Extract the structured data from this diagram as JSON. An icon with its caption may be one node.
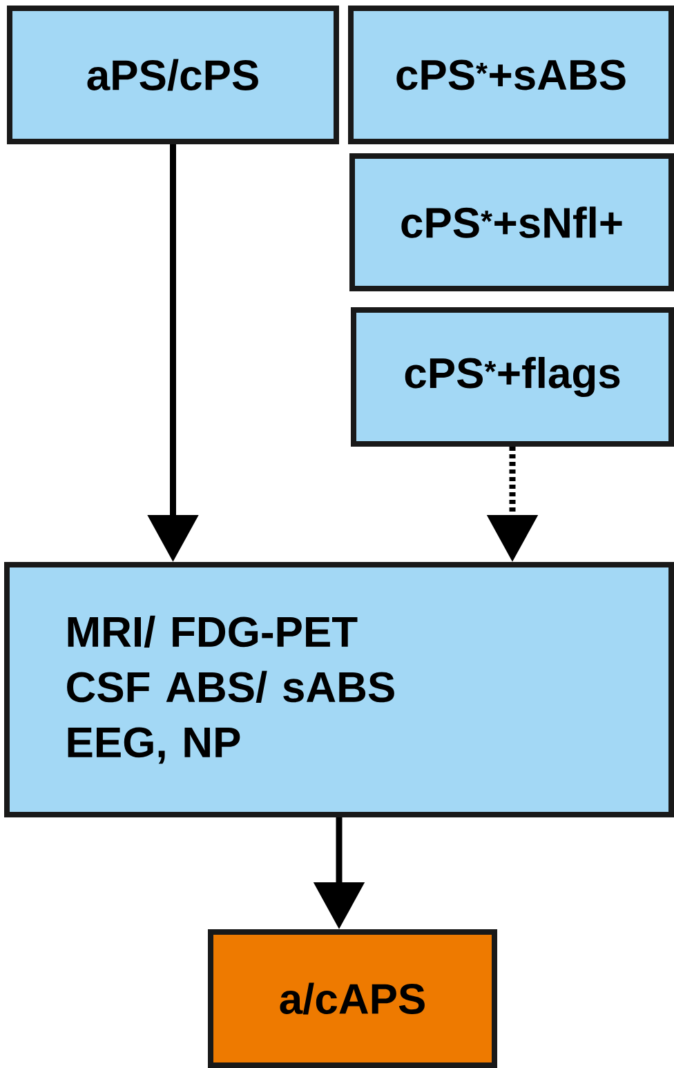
{
  "diagram": {
    "nodes": [
      {
        "text": [
          "aPS/cPS"
        ]
      },
      {
        "text": [
          "cPS$^{*}$+sABS"
        ]
      },
      {
        "text": [
          "cPS$^{*}$+sNfl+"
        ]
      },
      {
        "text": [
          "cPS$^{*}$+flags"
        ]
      },
      {
        "text": [
          "MRI/ FDG-PET",
          "CSF ABS/ sABS",
          "EEG, NP"
        ]
      },
      {
        "text": [
          "a/cAPS"
        ]
      }
    ],
    "edges": [
      {
        "from": 0,
        "to": 4,
        "arrow": "to"
      },
      {
        "from": 3,
        "to": 4,
        "arrow": "to",
        "style": "dashed"
      },
      {
        "from": 4,
        "to": 5,
        "arrow": "to"
      }
    ]
  }
}
